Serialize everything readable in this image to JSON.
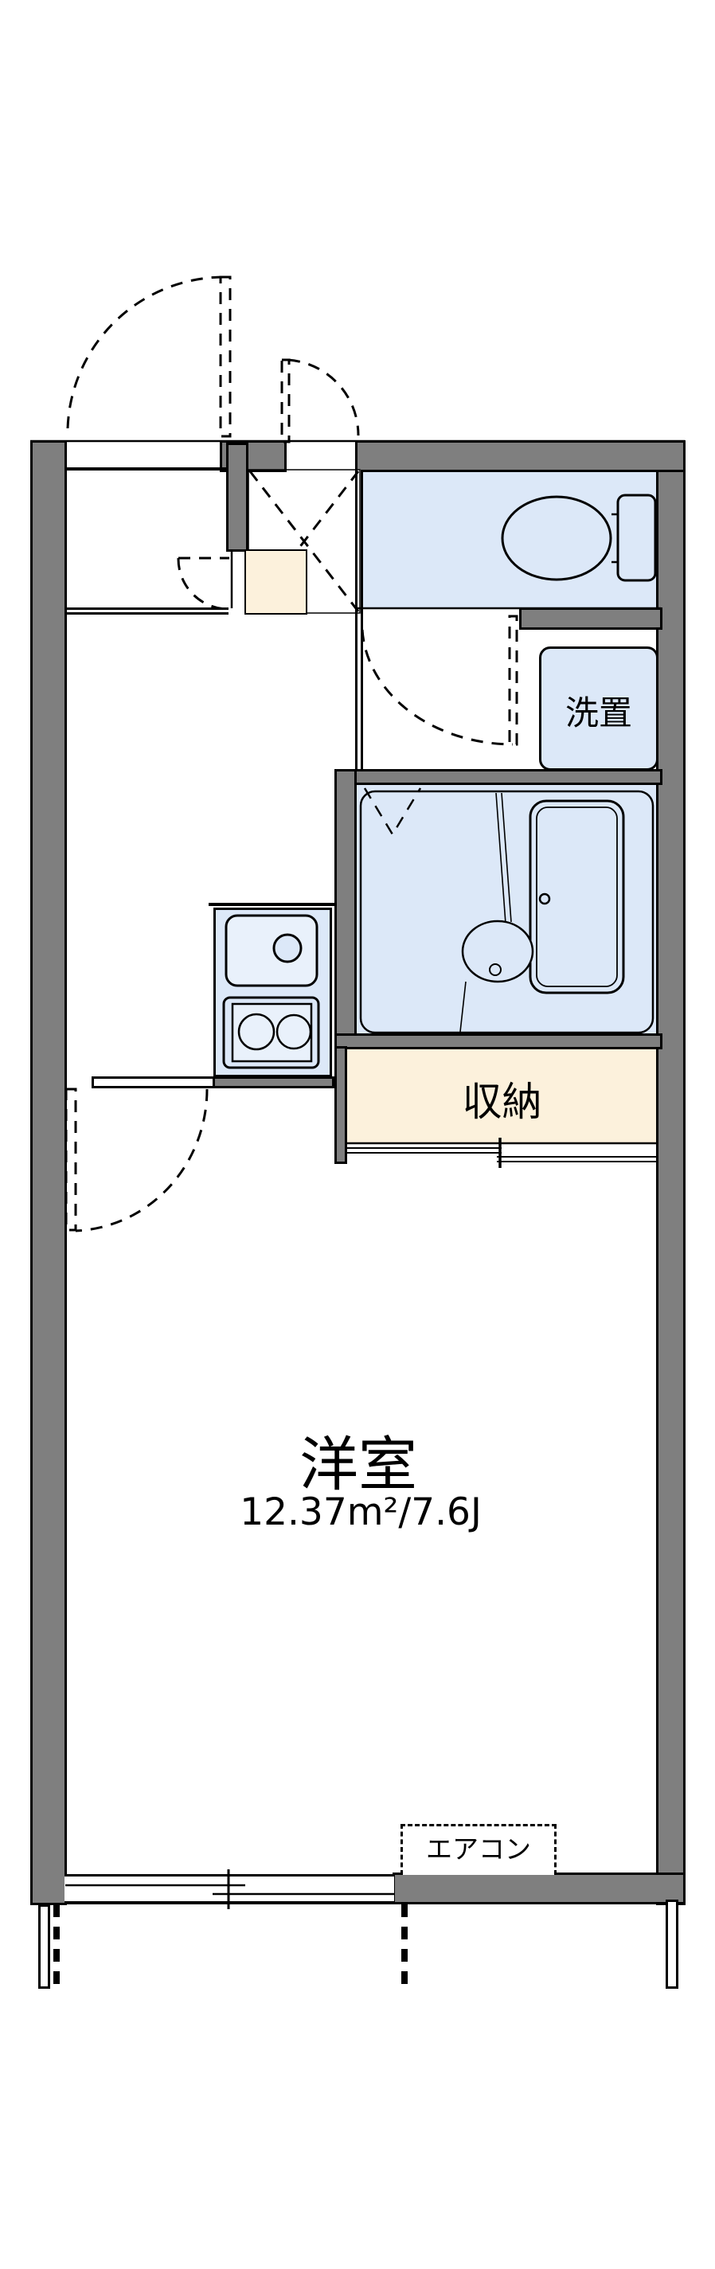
{
  "floorplan": {
    "labels": {
      "laundry": "洗置",
      "storage": "収納",
      "room_name": "洋室",
      "room_area": "12.37m²/7.6J",
      "aircon": "エアコン"
    },
    "colors": {
      "wall": "#7f7f7f",
      "water": "#dce8f8",
      "water_light": "#e9f1fb",
      "cream": "#fcf1dc",
      "line": "#000000",
      "bg": "#ffffff"
    }
  }
}
